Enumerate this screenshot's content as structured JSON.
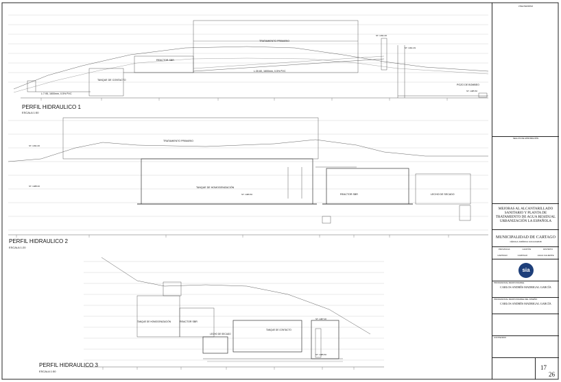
{
  "profiles": [
    {
      "title": "PERFIL HIDRAULICO 1",
      "scale": "ESCALA 1:50"
    },
    {
      "title": "PERFIL HIDRAULICO 2",
      "scale": "ESCALA 1:20"
    },
    {
      "title": "PERFIL HIDRAULICO 3",
      "scale": "ESCALA 1:50"
    }
  ],
  "p1": {
    "tratamiento": "TRATAMIENTO PRIMARIO",
    "reactor": "REACTOR SBR",
    "tanque": "TANQUE DE CONTACTO",
    "pozo": "POZO DE BOMBEO",
    "pipe1": "L:7.95, 1600mm, 0.5% PVC",
    "pipe2": "L:30.60, 1600mm, 0.5% PVC",
    "level_a": "ST. 1491.00",
    "level_b": "ST. 1491.49",
    "level_c": "ST. 1485.50"
  },
  "p2": {
    "tratamiento": "TRATAMIENTO PRIMARIO",
    "tanque": "TANQUE DE HOMOGENIZACIÓN",
    "reactor": "REACTOR SBR",
    "lecho": "LECHO DE SECADO",
    "level_a": "ST. 1491.00",
    "level_b": "ST. 1488.00",
    "level_c": "ST. 1486.50"
  },
  "p3": {
    "homog": "TANQUE DE HOMOGENIZACIÓN",
    "reactor": "REACTOR SBR",
    "lecho": "LECHO DE SECADO",
    "tanque": "TANQUE DE CONTACTO",
    "level_a": "ST. 1487.00",
    "level_b": "ST. 1485.50"
  },
  "titleblock": {
    "top": "VISE PERMISO",
    "sellos": "SELLOS DE APROBACIÓN",
    "project": "MEJORAS AL ALCANTARILLADO SANITARIO Y PLANTA DE TRATAMIENTO DE AGUA RESIDUAL URBANIZACIÓN LA ESPAÑOLA",
    "client": "MUNICIPALIDAD DE CARTAGO",
    "client_sub": "CÉDULA JURÍDICA 3-014-042048",
    "hdrs": [
      "PROVINCIA",
      "CANTÓN",
      "DISTRITO"
    ],
    "vals": [
      "CARTAGO",
      "CARTAGO",
      "AGUA CALIENTE"
    ],
    "logo": "sia",
    "resp1_label": "PROFESIONAL RESPONSABLE",
    "resp1": "CARLOS ANDRÉS MADRIGAL GARCÍA",
    "resp2_label": "PROFESIONAL RESPONSABLE DEL DISEÑO",
    "resp2": "CARLOS ANDRÉS MADRIGAL GARCÍA",
    "contenido": "CONTENIDO",
    "sheet": "17",
    "total": "26"
  }
}
